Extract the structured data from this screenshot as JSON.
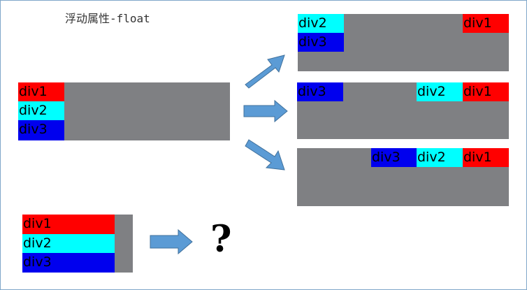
{
  "title": "浮动属性-float",
  "colors": {
    "panel": "#7f8083",
    "div1": "#ff0000",
    "div2": "#00ffff",
    "div3": "#0000ee",
    "arrow": "#5b9bd5"
  },
  "source_panel": {
    "boxes": [
      "div1",
      "div2",
      "div3"
    ]
  },
  "result_top": {
    "boxes": [
      "div2",
      "div1",
      "div3"
    ]
  },
  "result_middle": {
    "boxes": [
      "div3",
      "div2",
      "div1"
    ]
  },
  "result_bottom": {
    "boxes": [
      "div3",
      "div2",
      "div1"
    ]
  },
  "question_panel": {
    "boxes": [
      "div1",
      "div2",
      "div3"
    ]
  },
  "question_mark": "?"
}
